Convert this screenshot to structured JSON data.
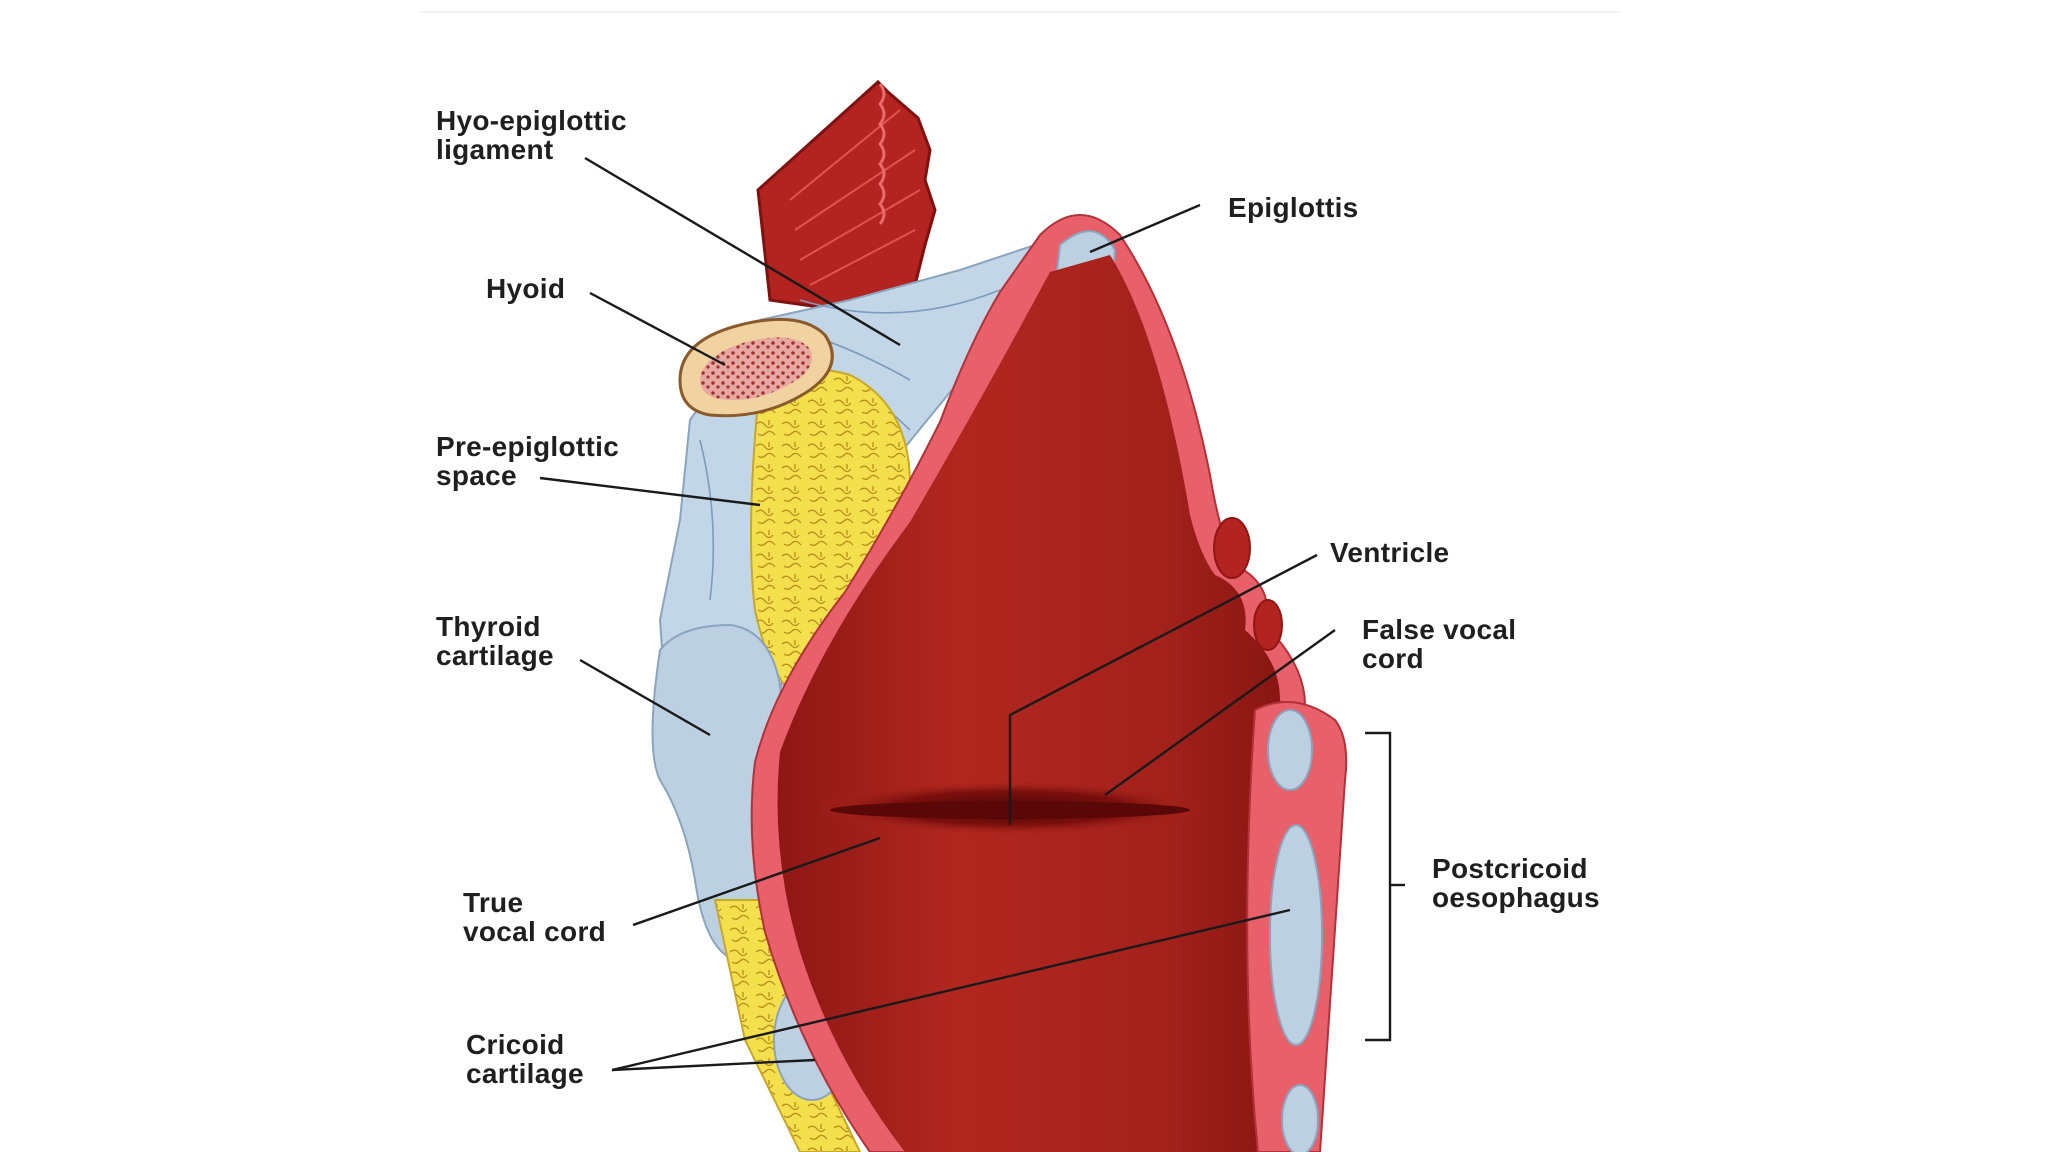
{
  "diagram": {
    "labels": {
      "hyo_epiglottic_ligament": [
        "Hyo-epiglottic",
        "ligament"
      ],
      "hyoid": [
        "Hyoid"
      ],
      "pre_epiglottic_space": [
        "Pre-epiglottic",
        "space"
      ],
      "thyroid_cartilage": [
        "Thyroid",
        "cartilage"
      ],
      "true_vocal_cord": [
        "True",
        "vocal cord"
      ],
      "cricoid_cartilage": [
        "Cricoid",
        "cartilage"
      ],
      "epiglottis": [
        "Epiglottis"
      ],
      "ventricle": [
        "Ventricle"
      ],
      "false_vocal_cord": [
        "False vocal",
        "cord"
      ],
      "postcricoid_oesophagus": [
        "Postcricoid",
        "oesophagus"
      ]
    },
    "colors": {
      "muscle": "#b3231f",
      "lumen": "#a31f1b",
      "lumen_dark": "#6e0d0b",
      "mucosa": "#e8606a",
      "cartilage": "#bcd0e2",
      "cartilage_edge": "#8aa4bf",
      "fat": "#f3de4a",
      "bone": "#f0d3a0",
      "leader_line": "#1a1a1a"
    }
  }
}
